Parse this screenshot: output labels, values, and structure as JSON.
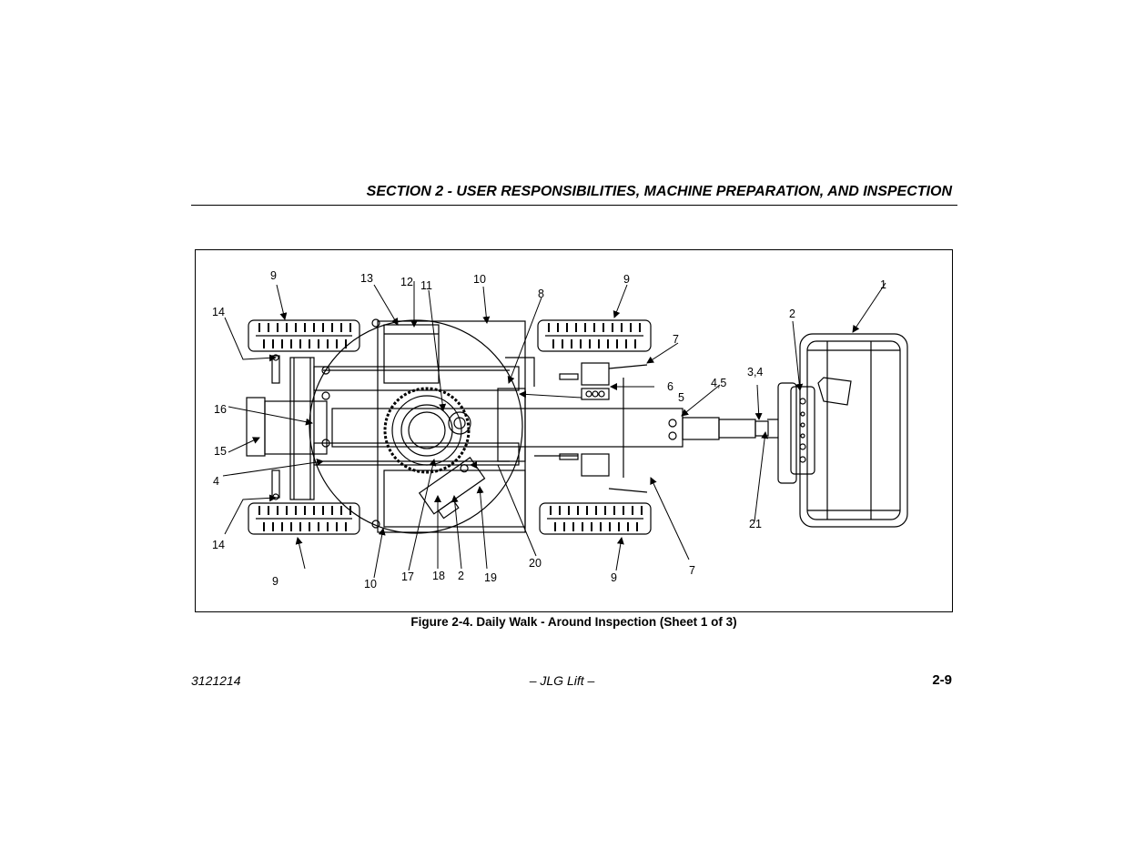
{
  "header": {
    "section_title": "SECTION 2 - USER RESPONSIBILITIES, MACHINE PREPARATION, AND INSPECTION"
  },
  "figure": {
    "caption": "Figure 2-4. Daily Walk - Around Inspection (Sheet 1 of 3)",
    "callouts": {
      "c1": "1",
      "c2_platform": "2",
      "c3_4": "3,4",
      "c4_5": "4,5",
      "c5": "5",
      "c6": "6",
      "c7_top": "7",
      "c7_bottom": "7",
      "c8": "8",
      "c9_top_left": "9",
      "c9_top_right": "9",
      "c9_bottom_left": "9",
      "c9_bottom_right": "9",
      "c10_top": "10",
      "c10_bottom": "10",
      "c11": "11",
      "c12": "12",
      "c13": "13",
      "c14_top": "14",
      "c14_bottom": "14",
      "c15": "15",
      "c16": "16",
      "c4_left": "4",
      "c17": "17",
      "c18": "18",
      "c2_bottom": "2",
      "c19": "19",
      "c20": "20",
      "c21": "21"
    }
  },
  "footer": {
    "doc_number": "3121214",
    "center": "– JLG Lift –",
    "page_number": "2-9"
  }
}
